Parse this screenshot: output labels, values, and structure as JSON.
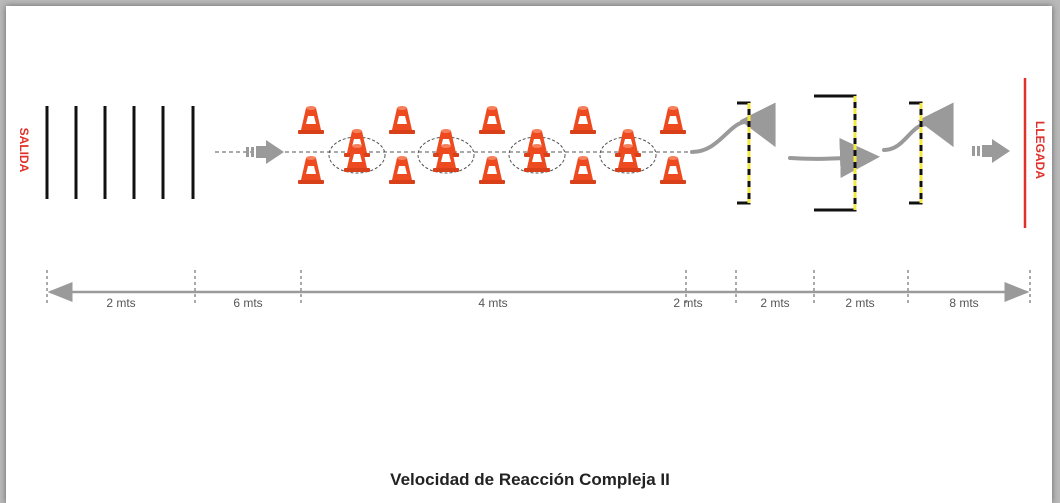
{
  "diagram": {
    "start_label": "SALIDA",
    "finish_label": "LLEGADA",
    "title": "Velocidad de Reacción Compleja II",
    "distances": [
      "2 mts",
      "6 mts",
      "4 mts",
      "2 mts",
      "2 mts",
      "2 mts",
      "8 mts"
    ],
    "colors": {
      "accent": "#e0302a",
      "cone": "#ee4a1f",
      "arrow": "#9a9a9a",
      "hurdle_stripe": "#f5e642"
    },
    "icons": [
      "cone-icon",
      "hurdle-icon",
      "arrow-icon"
    ]
  }
}
